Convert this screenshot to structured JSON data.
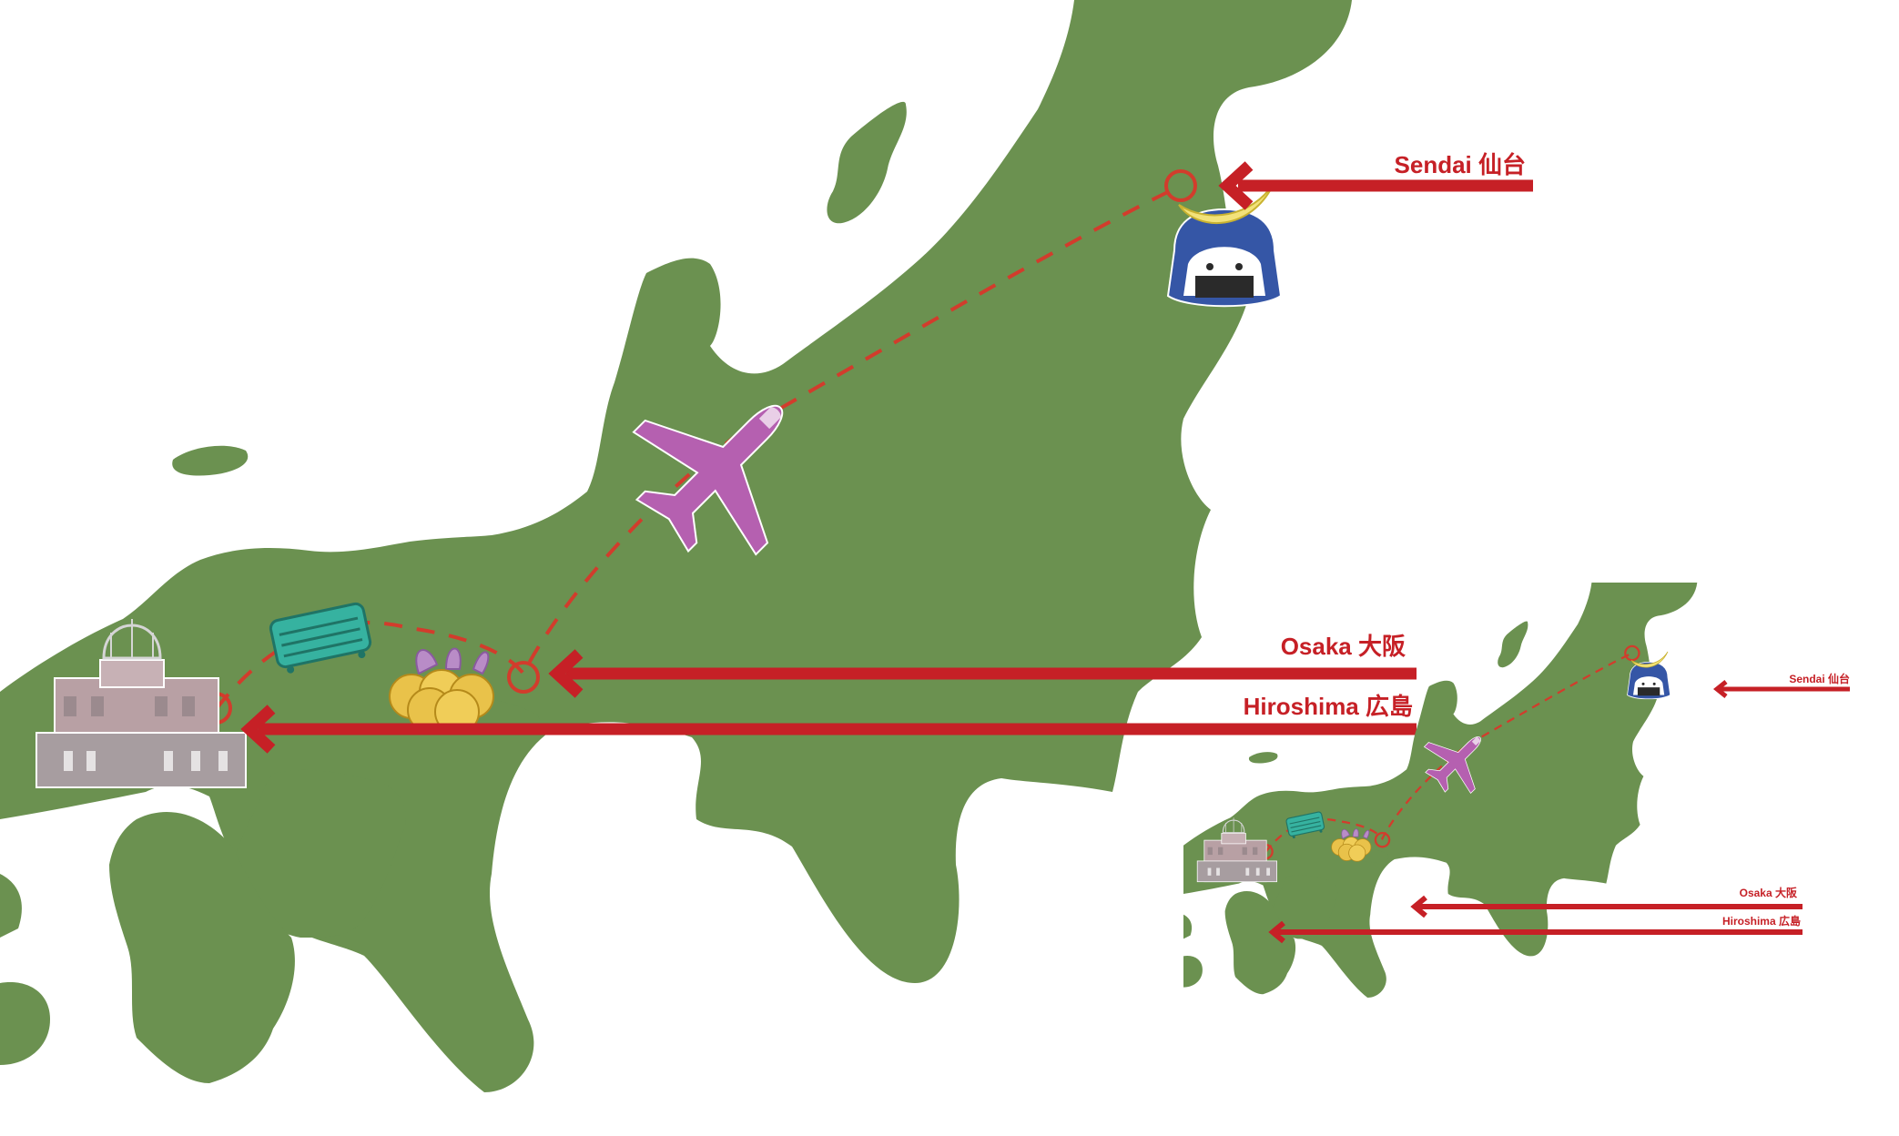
{
  "map": {
    "colors": {
      "land": "#6b9150",
      "route": "#d23c2c",
      "pointer": "#c62026",
      "label": "#c62026",
      "plane": "#b560b0",
      "suitcase": "#36b2a0",
      "castle": "#b8a0a4",
      "helmet": "#3556a6",
      "crest": "#f2e27a",
      "takoyaki": "#e9c24a",
      "background": "#ffffff"
    },
    "icons": {
      "plane": "airplane-icon",
      "suitcase": "suitcase-icon",
      "landmark": "atomic-bomb-dome-icon",
      "food": "takoyaki-icon",
      "mascot": "date-masamune-onigiri-icon"
    },
    "large": {
      "sendai": {
        "label": "Sendai 仙台"
      },
      "osaka": {
        "label": "Osaka 大阪"
      },
      "hiroshima": {
        "label": "Hiroshima 広島"
      }
    },
    "inset": {
      "sendai": {
        "label": "Sendai 仙台"
      },
      "osaka": {
        "label": "Osaka 大阪"
      },
      "hiroshima": {
        "label": "Hiroshima 広島"
      }
    }
  }
}
